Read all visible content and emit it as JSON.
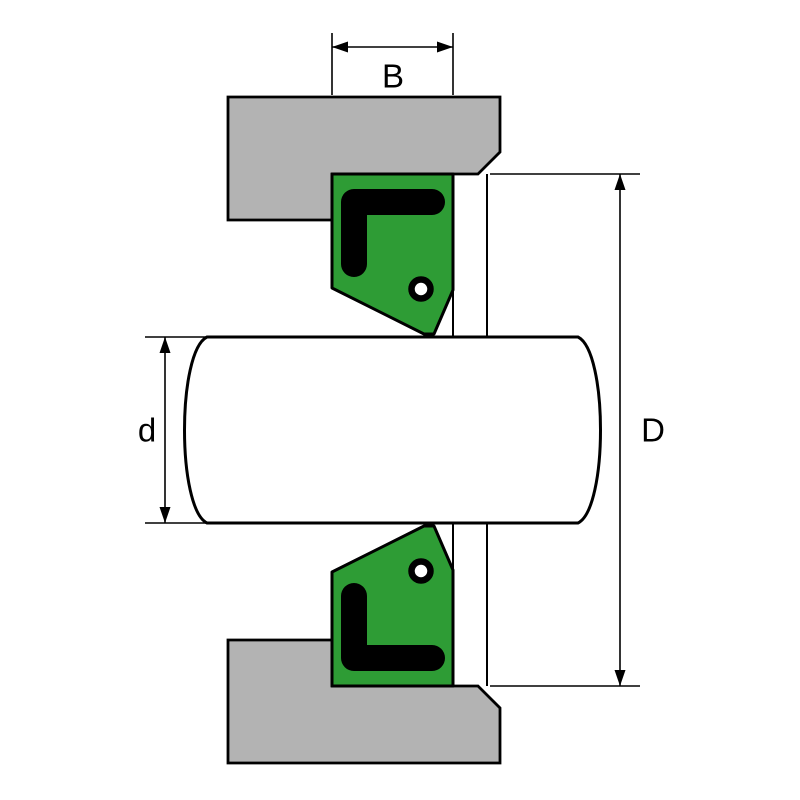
{
  "diagram": {
    "dimension_labels": {
      "seal_width": "B",
      "shaft_diameter": "d",
      "bore_diameter": "D"
    },
    "colors": {
      "housing_fill": "#b3b3b3",
      "seal_fill": "#2e9c35",
      "shaft_fill": "#ffffff",
      "insert_fill": "#000000",
      "line": "#000000",
      "background": "#ffffff"
    }
  }
}
